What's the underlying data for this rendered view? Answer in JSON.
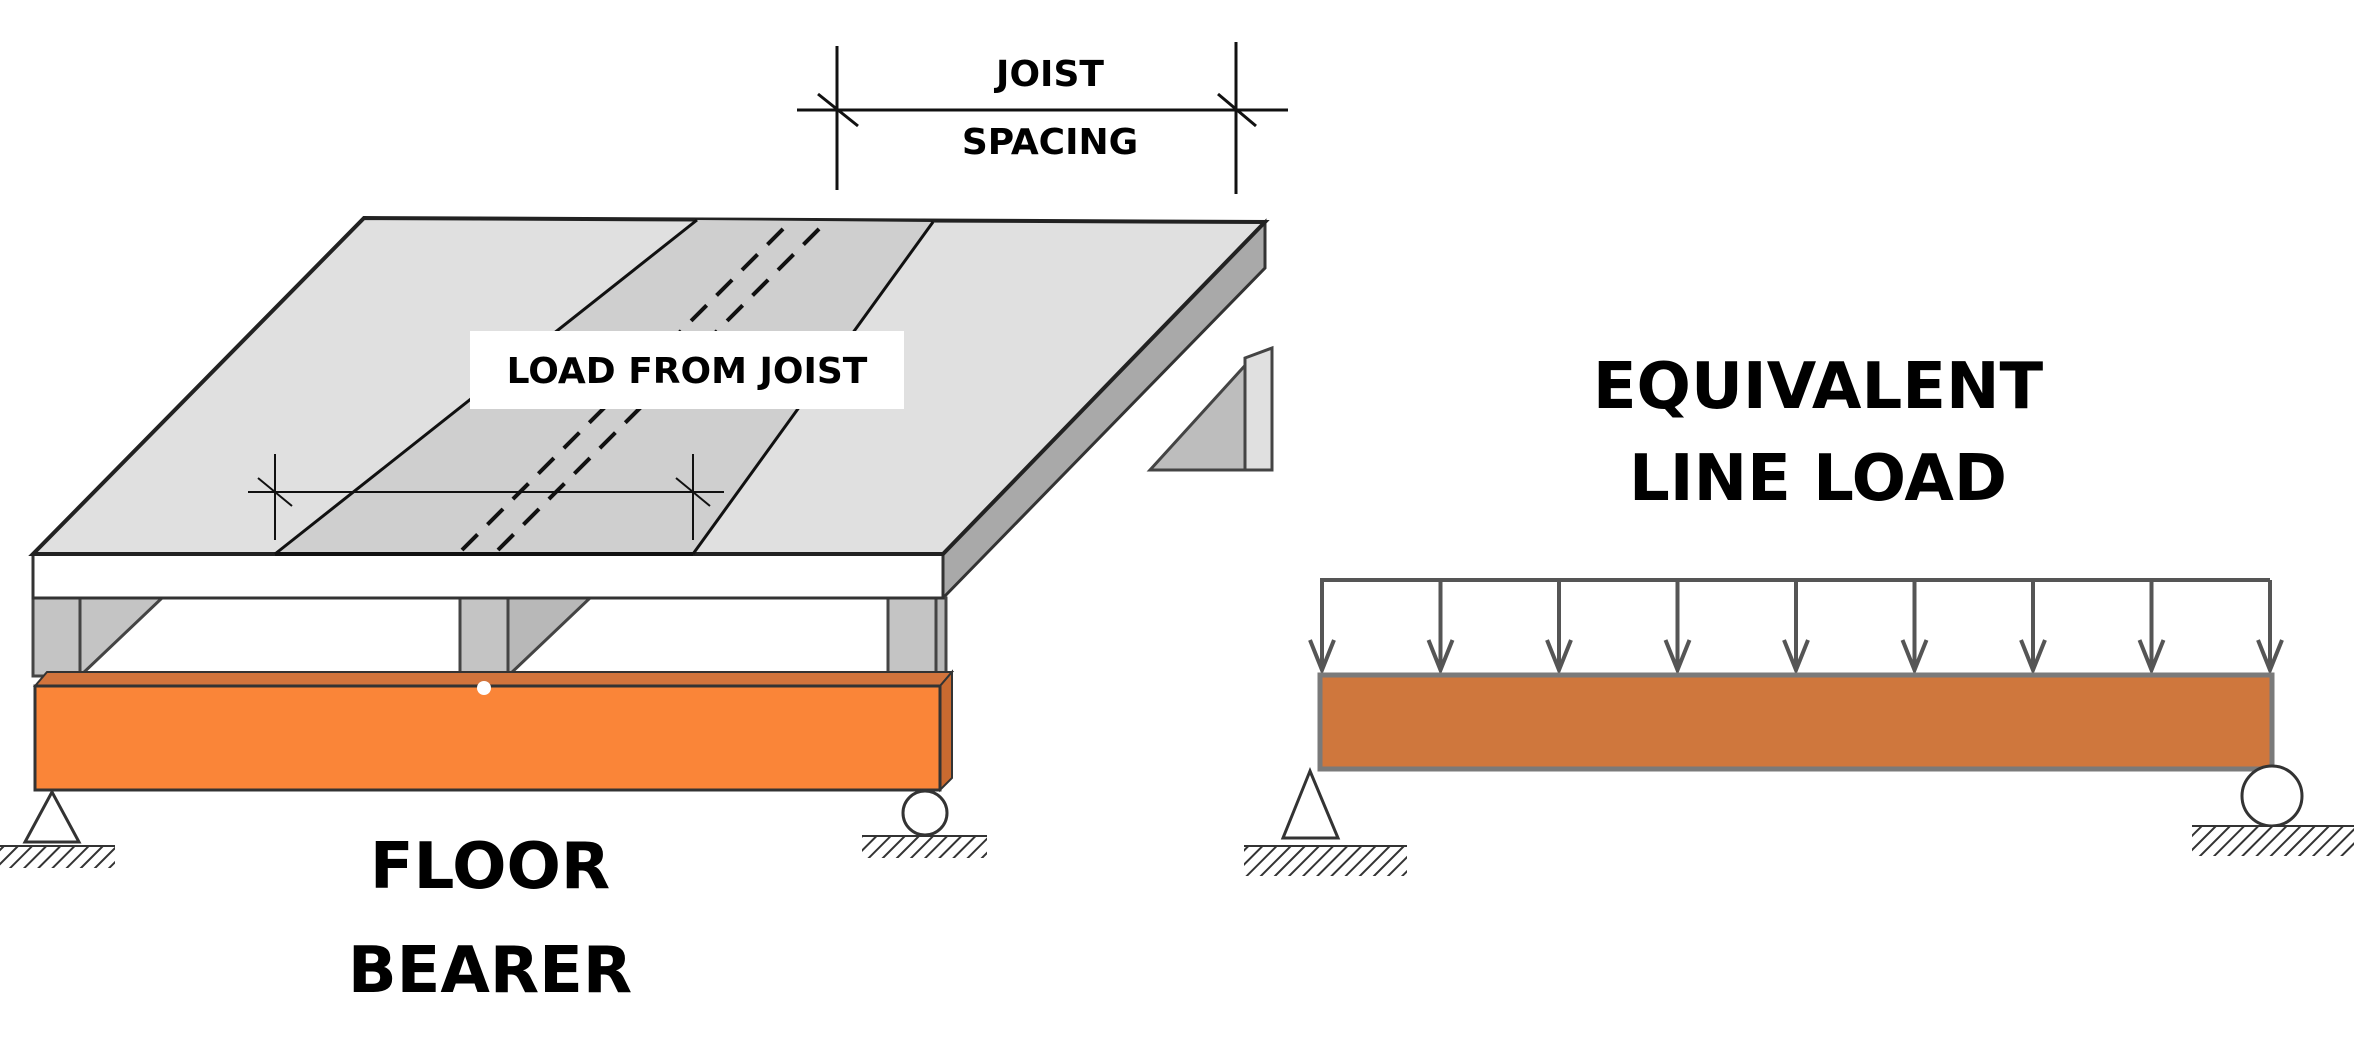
{
  "labels": {
    "joist_spacing_line1": "JOIST",
    "joist_spacing_line2": "SPACING",
    "load_from_joist": "LOAD FROM JOIST",
    "floor_bearer_line1": "FLOOR",
    "floor_bearer_line2": "BEARER",
    "equivalent_line1": "EQUIVALENT",
    "equivalent_line2": "LINE LOAD"
  },
  "colors": {
    "floor_top": "#e0e0e0",
    "floor_strip": "#cfcfcf",
    "floor_front": "#ffffff",
    "floor_side": "#a9a9a9",
    "joist": "#c4c4c4",
    "joist_dark": "#8f8f8f",
    "bearer_orange": "#fa8538",
    "bearer_orange_top": "#d2743c",
    "beam_fill": "#cf773d",
    "beam_stroke": "#7a7a7a",
    "arrow": "#555555"
  },
  "icons": [
    "pin-support-icon",
    "roller-support-icon",
    "load-arrow-icon"
  ],
  "equivalent_load": {
    "arrow_count": 9
  }
}
